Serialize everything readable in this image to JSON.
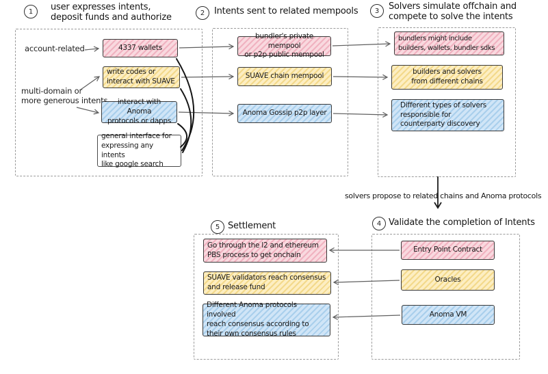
{
  "colors": {
    "pink": "#f6c6d1",
    "yellow": "#fbe7b2",
    "blue": "#bedcf3",
    "stroke": "#3a3a3a",
    "dashed_border": "#9a9a9a",
    "arrow_gray": "#5f5f5f",
    "arrow_black": "#1c1c1c",
    "background": "#ffffff"
  },
  "flow_label": "solvers propose to related chains and Anoma protocols",
  "sections": {
    "s1": {
      "num": "1",
      "title": "user expresses intents,\ndeposit funds and authorize",
      "labels": {
        "account": "account-related",
        "multidomain": "multi-domain or\nmore generous intents"
      },
      "nodes": {
        "wallets": "4337 wallets",
        "suave": "write codes or\ninteract with SUAVE",
        "anoma": "interact with Anoma\nprotocols or dapps",
        "general": "general interface for\nexpressing any intents\nlike google search"
      }
    },
    "s2": {
      "num": "2",
      "title": "Intents sent to related mempools",
      "nodes": {
        "bundler": "bundler's private mempool\nor p2p public mempool",
        "suave": "SUAVE chain mempool",
        "anoma": "Anoma Gossip p2p layer"
      }
    },
    "s3": {
      "num": "3",
      "title": "Solvers simulate offchain and\ncompete to solve the intents",
      "nodes": {
        "bundlers": "bundlers might include\nbuilders, wallets, bundler sdks",
        "builders": "builders and solvers\nfrom different chains",
        "solvers": "Different types of solvers\nresponsible for\ncounterparty discovery"
      }
    },
    "s4": {
      "num": "4",
      "title": "Validate the completion of Intents",
      "nodes": {
        "entry": "Entry Point Contract",
        "oracles": "Oracles",
        "anomavm": "Anoma VM"
      }
    },
    "s5": {
      "num": "5",
      "title": "Settlement",
      "nodes": {
        "pbs": "Go through the l2 and ethereum\nPBS process to get onchain",
        "suave_validators": "SUAVE validators reach consensus\nand release fund",
        "anoma_consensus": "Different Anoma protocols involved\nreach consensus according to\ntheir own consensus rules"
      }
    }
  }
}
